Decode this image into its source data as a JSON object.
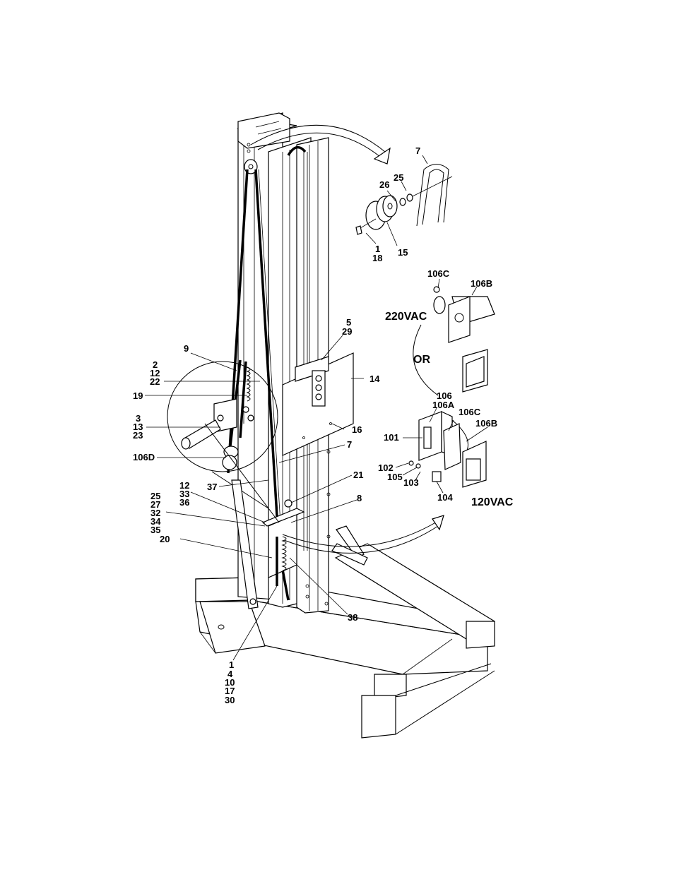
{
  "labels": {
    "l7a": "7",
    "l25a": "25",
    "l26": "26",
    "l1a": "1",
    "l18": "18",
    "l15": "15",
    "l106C_a": "106C",
    "l106B_a": "106B",
    "l220": "220VAC",
    "lOR": "OR",
    "l5": "5",
    "l29": "29",
    "l9": "9",
    "l2": "2",
    "l12a": "12",
    "l22": "22",
    "l19": "19",
    "l14": "14",
    "l3": "3",
    "l13": "13",
    "l23": "23",
    "l106": "106",
    "l106A": "106A",
    "l106C_b": "106C",
    "l106B_b": "106B",
    "l101": "101",
    "l16": "16",
    "l106D": "106D",
    "l7b": "7",
    "l102": "102",
    "l105": "105",
    "l103": "103",
    "l104": "104",
    "l120": "120VAC",
    "l21": "21",
    "l37": "37",
    "l12b": "12",
    "l33": "33",
    "l36": "36",
    "l25b": "25",
    "l27": "27",
    "l32": "32",
    "l34": "34",
    "l35": "35",
    "l8": "8",
    "l20": "20",
    "l38": "38",
    "l1b": "1",
    "l4": "4",
    "l10": "10",
    "l17": "17",
    "l30": "30"
  }
}
